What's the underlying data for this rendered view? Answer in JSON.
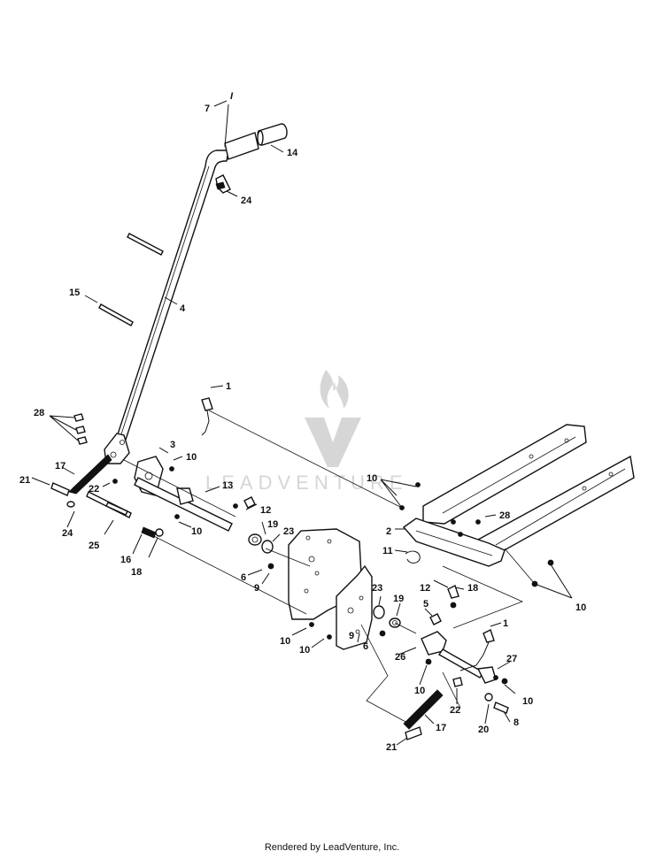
{
  "diagram": {
    "labels": {
      "l7": "7",
      "l14": "14",
      "l24a": "24",
      "l15": "15",
      "l4": "4",
      "l1a": "1",
      "l28a": "28",
      "l3": "3",
      "l10a": "10",
      "l17a": "17",
      "l22a": "22",
      "l13": "13",
      "l12a": "12",
      "l21a": "21",
      "l24b": "24",
      "l25": "25",
      "l10b": "10",
      "l16": "16",
      "l18a": "18",
      "l19a": "19",
      "l23a": "23",
      "l6a": "6",
      "l9a": "9",
      "l10c": "10",
      "l28b": "28",
      "l2": "2",
      "l11": "11",
      "l12b": "12",
      "l18b": "18",
      "l10d": "10",
      "l23b": "23",
      "l19b": "19",
      "l5": "5",
      "l1b": "1",
      "l10e": "10",
      "l10f": "10",
      "l6b": "6",
      "l9b": "9",
      "l26": "26",
      "l27": "27",
      "l10g": "10",
      "l10h": "10",
      "l22b": "22",
      "l20": "20",
      "l8": "8",
      "l17b": "17",
      "l21b": "21"
    },
    "watermark_text": "LEADVENTURE"
  },
  "footer": {
    "credit": "Rendered by LeadVenture, Inc."
  }
}
